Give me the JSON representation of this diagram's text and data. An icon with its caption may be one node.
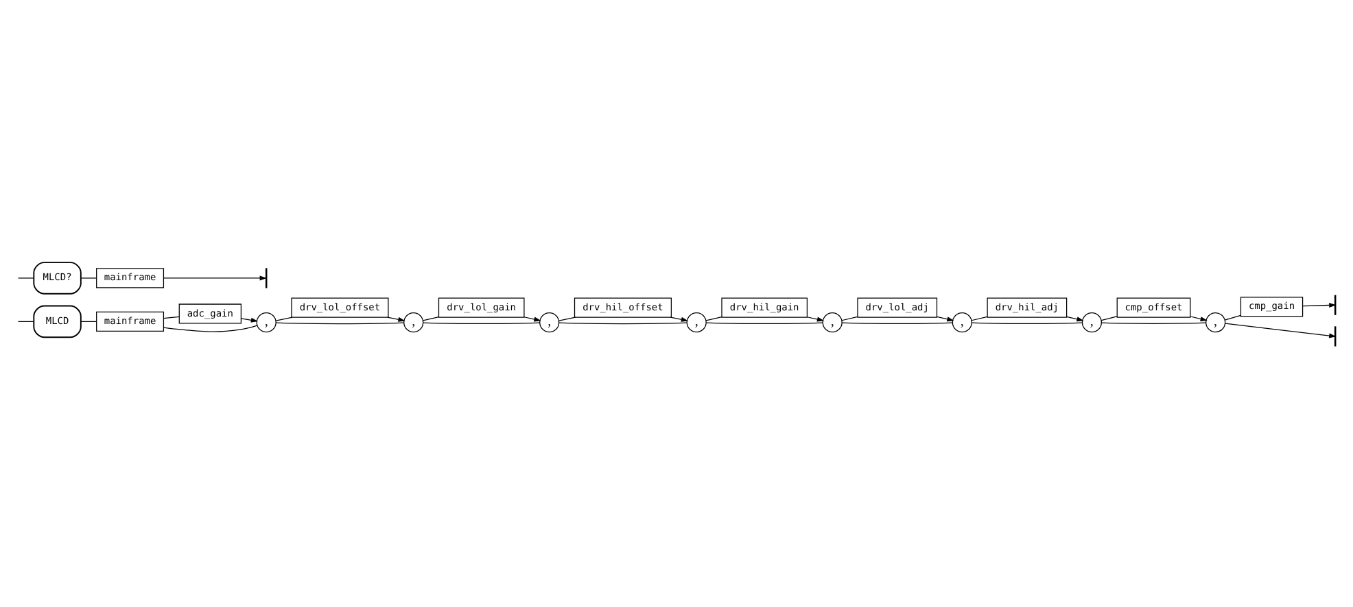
{
  "diagram": {
    "nodes": [
      {
        "text": [
          "MLCD?"
        ]
      },
      {
        "text": [
          "mainframe"
        ]
      },
      {
        "text": [
          "MLCD"
        ]
      },
      {
        "text": [
          "mainframe"
        ]
      },
      {
        "text": [
          "adc_gain"
        ]
      },
      {
        "text": [
          ","
        ]
      },
      {
        "text": [
          "drv_lol_offset"
        ]
      },
      {
        "text": [
          ","
        ]
      },
      {
        "text": [
          "drv_lol_gain"
        ]
      },
      {
        "text": [
          ","
        ]
      },
      {
        "text": [
          "drv_hil_offset"
        ]
      },
      {
        "text": [
          ","
        ]
      },
      {
        "text": [
          "drv_hil_gain"
        ]
      },
      {
        "text": [
          ","
        ]
      },
      {
        "text": [
          "drv_lol_adj"
        ]
      },
      {
        "text": [
          ","
        ]
      },
      {
        "text": [
          "drv_hil_adj"
        ]
      },
      {
        "text": [
          ","
        ]
      },
      {
        "text": [
          "cmp_offset"
        ]
      },
      {
        "text": [
          ","
        ]
      },
      {
        "text": [
          "cmp_gain"
        ]
      }
    ],
    "edges": [
      {
        "from": null,
        "to": 0,
        "arrow": "none"
      },
      {
        "from": 0,
        "to": 1,
        "arrow": "none"
      },
      {
        "from": 1,
        "to": null,
        "arrow": "to"
      },
      {
        "from": null,
        "to": 2,
        "arrow": "none"
      },
      {
        "from": 2,
        "to": 3,
        "arrow": "none"
      },
      {
        "from": 3,
        "to": 4,
        "arrow": "none"
      },
      {
        "from": 3,
        "to": 5,
        "arrow": "none"
      },
      {
        "from": 4,
        "to": 5,
        "arrow": "to"
      },
      {
        "from": 5,
        "to": 6,
        "arrow": "none"
      },
      {
        "from": 5,
        "to": 7,
        "arrow": "none"
      },
      {
        "from": 6,
        "to": 7,
        "arrow": "to"
      },
      {
        "from": 7,
        "to": 8,
        "arrow": "none"
      },
      {
        "from": 7,
        "to": 9,
        "arrow": "none"
      },
      {
        "from": 8,
        "to": 9,
        "arrow": "to"
      },
      {
        "from": 9,
        "to": 10,
        "arrow": "none"
      },
      {
        "from": 9,
        "to": 11,
        "arrow": "none"
      },
      {
        "from": 10,
        "to": 11,
        "arrow": "to"
      },
      {
        "from": 11,
        "to": 12,
        "arrow": "none"
      },
      {
        "from": 11,
        "to": 13,
        "arrow": "none"
      },
      {
        "from": 12,
        "to": 13,
        "arrow": "to"
      },
      {
        "from": 13,
        "to": 14,
        "arrow": "none"
      },
      {
        "from": 13,
        "to": 15,
        "arrow": "none"
      },
      {
        "from": 14,
        "to": 15,
        "arrow": "to"
      },
      {
        "from": 15,
        "to": 16,
        "arrow": "none"
      },
      {
        "from": 15,
        "to": 17,
        "arrow": "none"
      },
      {
        "from": 16,
        "to": 17,
        "arrow": "to"
      },
      {
        "from": 17,
        "to": 18,
        "arrow": "none"
      },
      {
        "from": 17,
        "to": 19,
        "arrow": "none"
      },
      {
        "from": 18,
        "to": 19,
        "arrow": "to"
      },
      {
        "from": 19,
        "to": 20,
        "arrow": "none"
      },
      {
        "from": 19,
        "to": null,
        "arrow": "to"
      },
      {
        "from": 20,
        "to": null,
        "arrow": "to"
      }
    ]
  }
}
